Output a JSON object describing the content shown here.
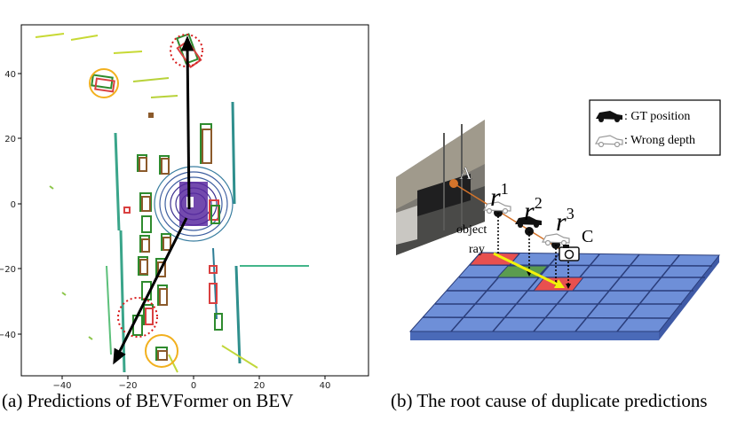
{
  "captions": {
    "a": "(a) Predictions of BEVFormer on BEV",
    "b": "(b) The root cause of duplicate predictions"
  },
  "plot": {
    "x_ticks": [
      "−40",
      "−20",
      "0",
      "20",
      "40"
    ],
    "y_ticks": [
      "40",
      "20",
      "0",
      "−20",
      "−40"
    ],
    "x_tick_values": [
      -40,
      -20,
      0,
      20,
      40
    ],
    "y_tick_values": [
      40,
      20,
      0,
      -20,
      -40
    ],
    "xlim": [
      -55,
      55
    ],
    "ylim": [
      -53,
      53
    ],
    "colors": {
      "gt_box": "#2e8b2e",
      "pred_box": "#d94040",
      "pred_box_alt": "#8b5a2b",
      "highlight_dashed": "#d81e1e",
      "highlight_solid": "#f2b01e",
      "arrow": "#000000"
    }
  },
  "diagram": {
    "point_a": "A",
    "point_c": "C",
    "ray_label_1": "object",
    "ray_label_2": "ray",
    "r1_base": "r",
    "r1_sup": "1",
    "r2_base": "r",
    "r2_sup": "2",
    "r3_base": "r",
    "r3_sup": "3",
    "legend": {
      "gt": ": GT position",
      "wrong": ": Wrong depth"
    },
    "colors": {
      "grid": "#6e8fd8",
      "grid_edge": "#2a3d7a",
      "cell_red": "#e8504f",
      "cell_green": "#5b9c4f",
      "ray": "#d4742b",
      "bev_arrow": "#f2f20a"
    },
    "icons": [
      "black-car-icon",
      "outline-car-icon",
      "camera-icon"
    ]
  }
}
